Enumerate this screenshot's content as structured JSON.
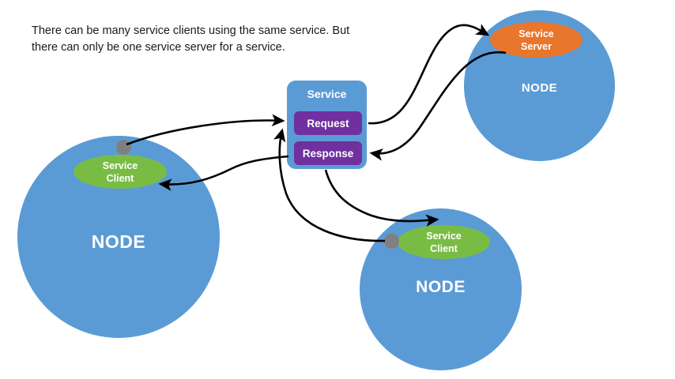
{
  "caption": {
    "text": "There can be many service clients using the same service. But\nthere can only be one service server for a service."
  },
  "service": {
    "title": "Service",
    "request_label": "Request",
    "response_label": "Response"
  },
  "nodes": [
    {
      "id": "node-left",
      "label": "NODE",
      "role_line1": "Service",
      "role_line2": "Client",
      "role_kind": "client"
    },
    {
      "id": "node-top-right",
      "label": "NODE",
      "role_line1": "Service",
      "role_line2": "Server",
      "role_kind": "server"
    },
    {
      "id": "node-bottom",
      "label": "NODE",
      "role_line1": "Service",
      "role_line2": "Client",
      "role_kind": "client"
    }
  ],
  "colors": {
    "node_blue": "#5b9bd5",
    "client_green": "#79bc44",
    "server_orange": "#e8762c",
    "message_purple": "#7030a0",
    "connector_gray": "#7f7f7f",
    "arrow_black": "#000000",
    "background": "#ffffff",
    "caption_text": "#1a1a1a"
  },
  "connections": [
    {
      "name": "left-client-to-request",
      "from": "node-left Service Client",
      "to": "Request",
      "direction": "to-service"
    },
    {
      "name": "response-to-left-client",
      "from": "Response",
      "to": "node-left Service Client",
      "direction": "from-service"
    },
    {
      "name": "request-to-server",
      "from": "Request",
      "to": "node-top-right Service Server",
      "direction": "to-server"
    },
    {
      "name": "server-to-response",
      "from": "node-top-right Service Server",
      "to": "Response",
      "direction": "to-service"
    },
    {
      "name": "response-to-bottom-client",
      "from": "Response",
      "to": "node-bottom Service Client",
      "direction": "from-service"
    },
    {
      "name": "bottom-client-to-request",
      "from": "node-bottom Service Client",
      "to": "Request",
      "direction": "to-service"
    }
  ]
}
